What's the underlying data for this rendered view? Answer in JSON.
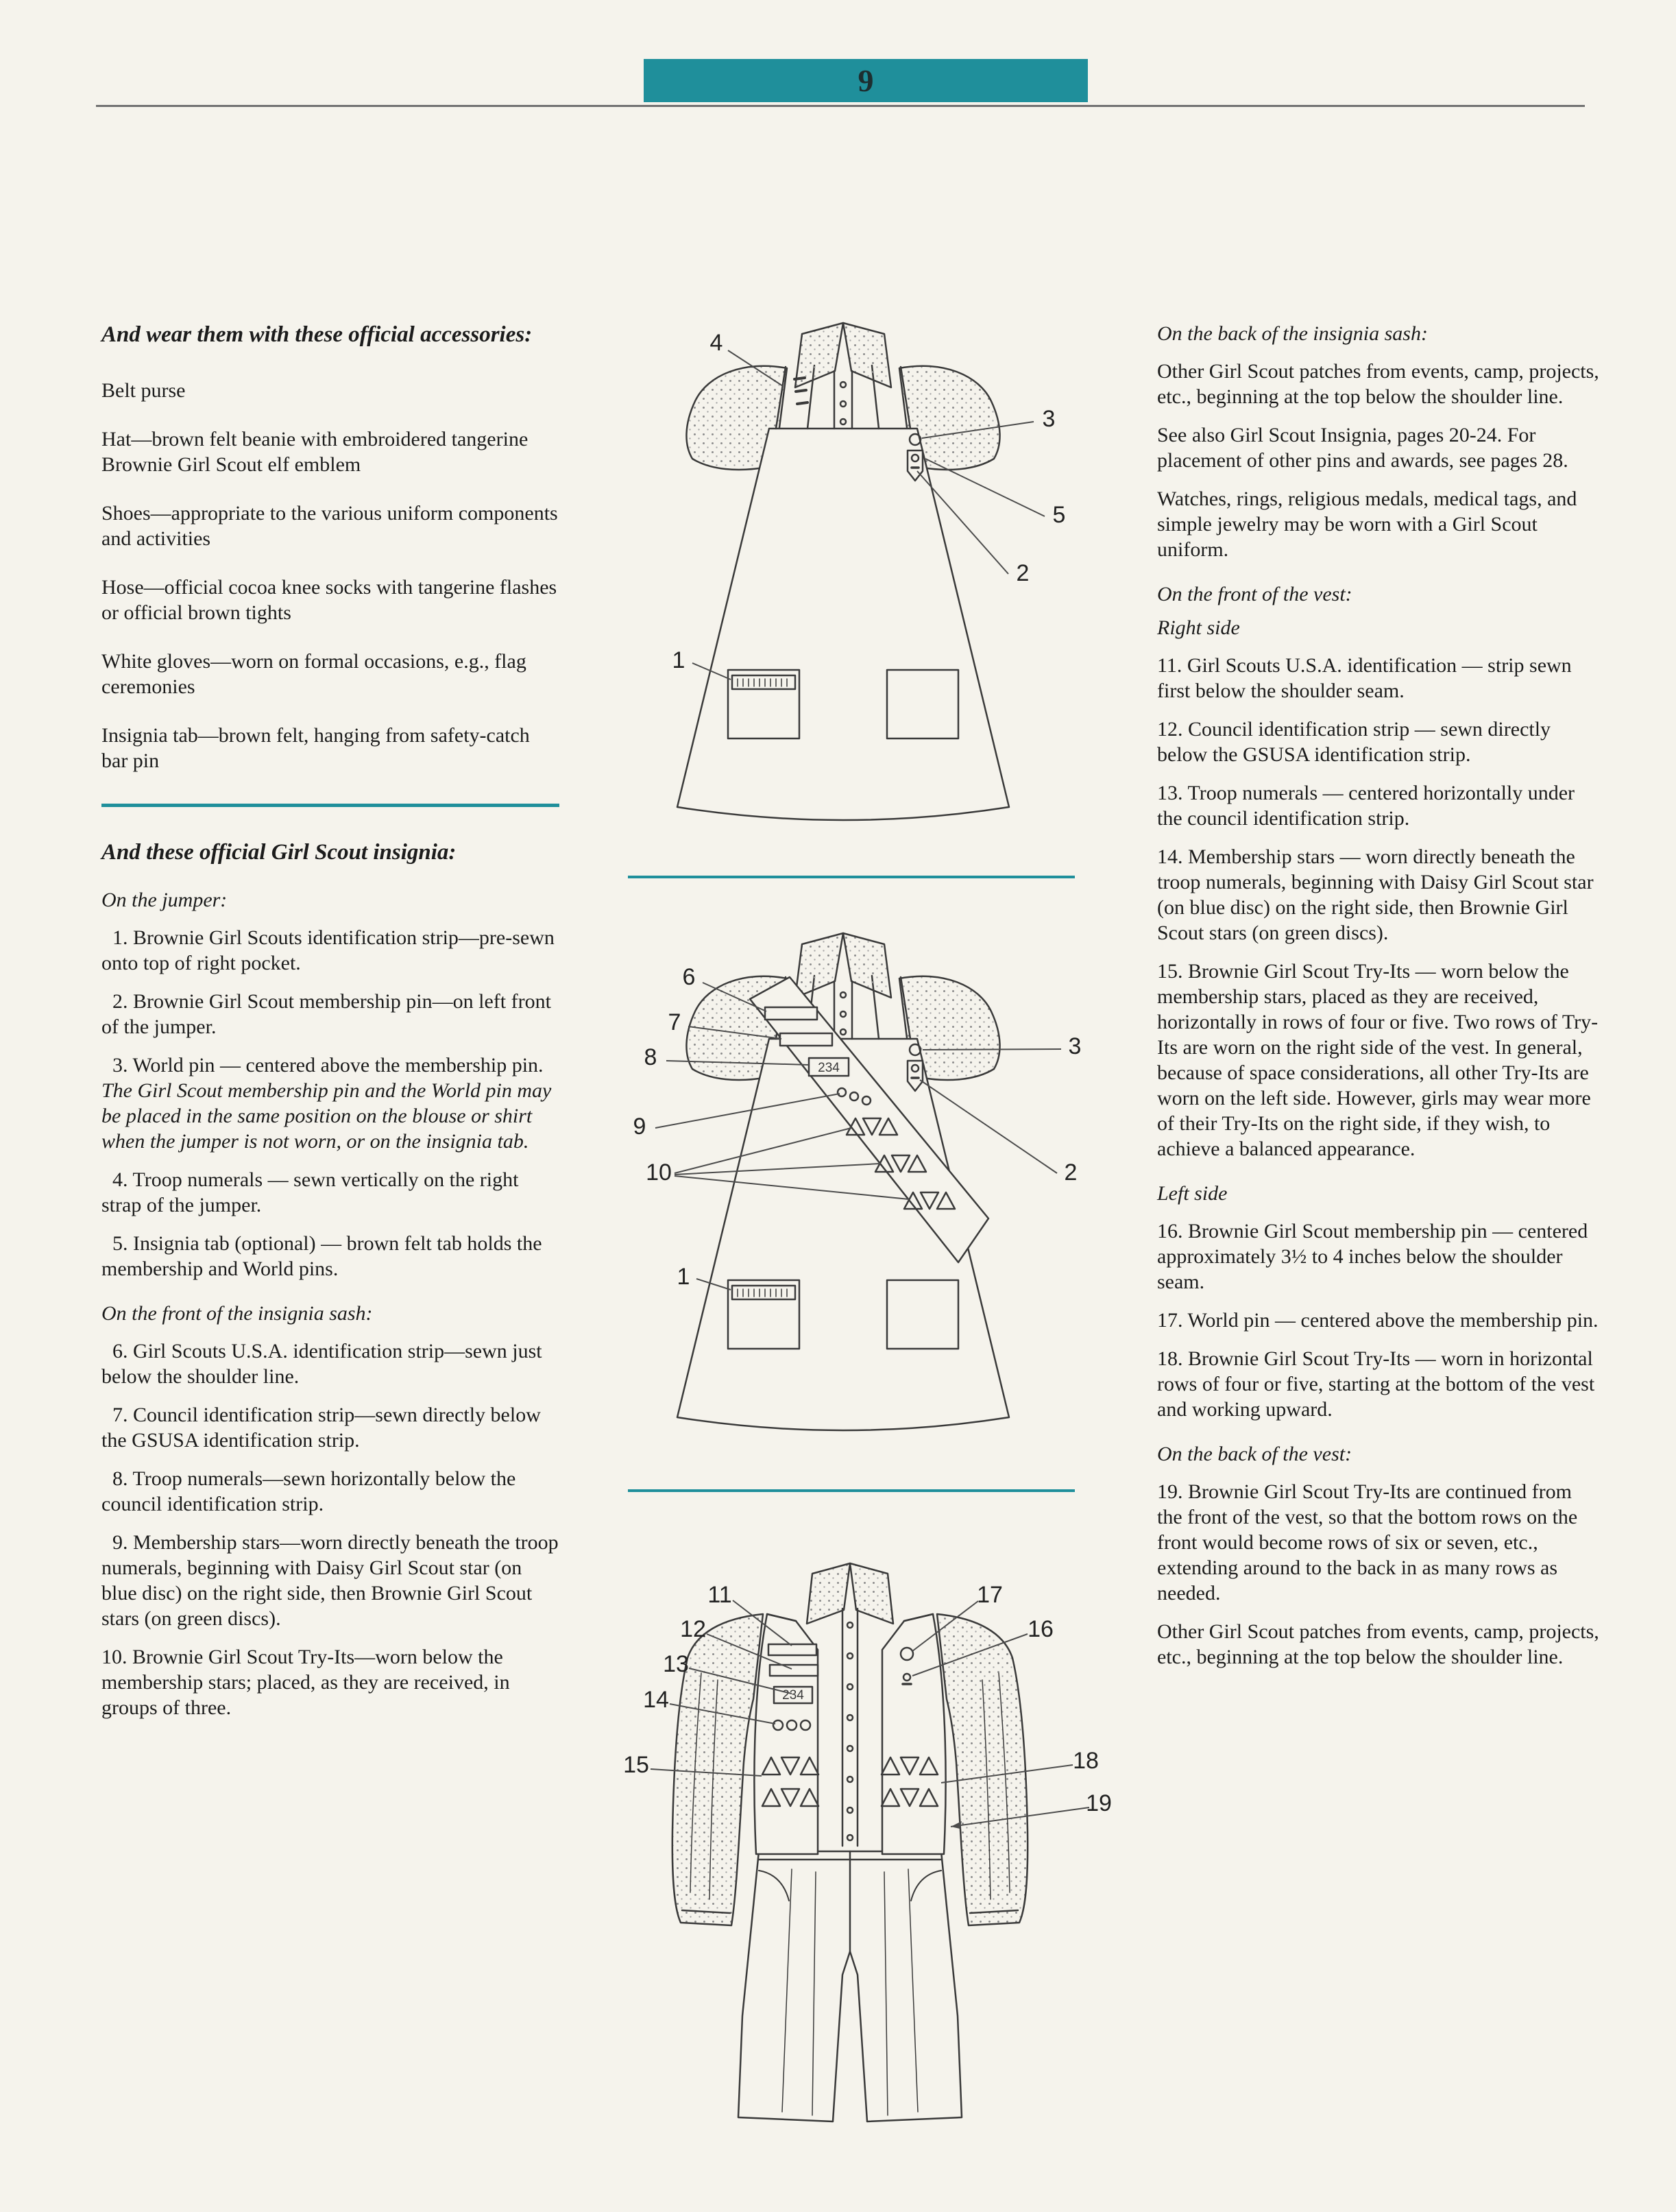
{
  "page": {
    "number": "9",
    "accent_color": "#1f8f9b"
  },
  "left_column": {
    "accessories_heading": "And wear them with these official accessories:",
    "accessories": [
      "Belt purse",
      "Hat—brown felt beanie with embroidered tangerine Brownie Girl Scout elf emblem",
      "Shoes—appropriate to the various uniform components and activities",
      "Hose—official cocoa knee socks with tangerine flashes or official brown tights",
      "White gloves—worn on formal occasions, e.g., flag ceremonies",
      "Insignia tab—brown felt, hanging from safety-catch bar pin"
    ],
    "insignia_heading": "And these official Girl Scout insignia:",
    "jumper_heading": "On the jumper:",
    "jumper_items": [
      "1. Brownie Girl Scouts identification strip—pre-sewn onto top of right pocket.",
      "2. Brownie Girl Scout membership pin—on left front of the jumper.",
      "3. World pin — centered above the membership pin. ",
      "4. Troop numerals — sewn vertically on the right strap of the jumper.",
      "5. Insignia tab (optional) — brown felt tab holds the membership and World pins."
    ],
    "jumper_item3_note": "The Girl Scout membership pin and the World pin may be placed in the same position on the blouse or shirt when the jumper is not worn, or on the insignia tab.",
    "sash_front_heading": "On the front of the insignia sash:",
    "sash_front_items": [
      "6. Girl Scouts U.S.A. identification strip—sewn just below the shoulder line.",
      "7. Council identification strip—sewn directly below the GSUSA identification strip.",
      "8. Troop numerals—sewn horizontally below the council identification strip.",
      "9. Membership stars—worn directly beneath the troop numerals, beginning with Daisy Girl Scout star (on blue disc) on the right side, then Brownie Girl Scout stars (on green discs).",
      "10. Brownie Girl Scout Try-Its—worn below the membership stars; placed, as they are received, in groups of three."
    ]
  },
  "right_column": {
    "sash_back_heading": "On the back of the insignia sash:",
    "sash_back_paragraphs": [
      "Other Girl Scout patches from events, camp, projects, etc., beginning at the top below the shoulder line.",
      "See also Girl Scout Insignia, pages 20-24. For placement of other pins and awards, see pages 28.",
      "Watches, rings, religious medals, medical tags, and simple jewelry may be worn with a Girl Scout uniform."
    ],
    "vest_front_heading": "On the front of the vest:",
    "right_side_heading": "Right side",
    "right_side_items": [
      "11. Girl Scouts U.S.A. identification — strip sewn first below the shoulder seam.",
      "12. Council identification strip — sewn directly below the GSUSA identification strip.",
      "13. Troop numerals — centered horizontally under the council identification strip.",
      "14. Membership stars — worn directly beneath the troop numerals, beginning with Daisy Girl Scout star (on blue disc) on the right side, then Brownie Girl Scout stars (on green discs).",
      "15. Brownie Girl Scout Try-Its — worn below the membership stars, placed as they are received, horizontally in rows of four or five. Two rows of Try-Its are worn on the right side of the vest. In general, because of space considerations, all other Try-Its are worn on the left side. However, girls may wear more of their Try-Its on the right side, if they wish, to achieve a balanced appearance."
    ],
    "left_side_heading": "Left side",
    "left_side_items": [
      "16. Brownie Girl Scout membership pin — centered approximately 3½ to 4 inches below the shoulder seam.",
      "17. World pin — centered above the membership pin.",
      "18. Brownie Girl Scout Try-Its — worn in horizontal rows of four or five, starting at the bottom of the vest and working upward."
    ],
    "vest_back_heading": "On the back of the vest:",
    "vest_back_items": [
      "19. Brownie Girl Scout Try-Its are continued from the front of the vest, so that the bottom rows on the front would become rows of six or seven, etc., extending around to the back in as many rows as needed."
    ],
    "vest_back_paragraph": "Other Girl Scout patches from events, camp, projects, etc., beginning at the top below the shoulder line."
  },
  "figures": {
    "troop_numerals": "234",
    "fig1": {
      "label": "jumper-front",
      "callouts": [
        "4",
        "3",
        "5",
        "2",
        "1"
      ]
    },
    "fig2": {
      "label": "jumper-with-sash",
      "callouts": [
        "6",
        "7",
        "8",
        "9",
        "10",
        "3",
        "2",
        "1"
      ]
    },
    "fig3": {
      "label": "vest-uniform",
      "callouts": [
        "11",
        "12",
        "13",
        "14",
        "15",
        "17",
        "16",
        "18",
        "19"
      ]
    }
  }
}
